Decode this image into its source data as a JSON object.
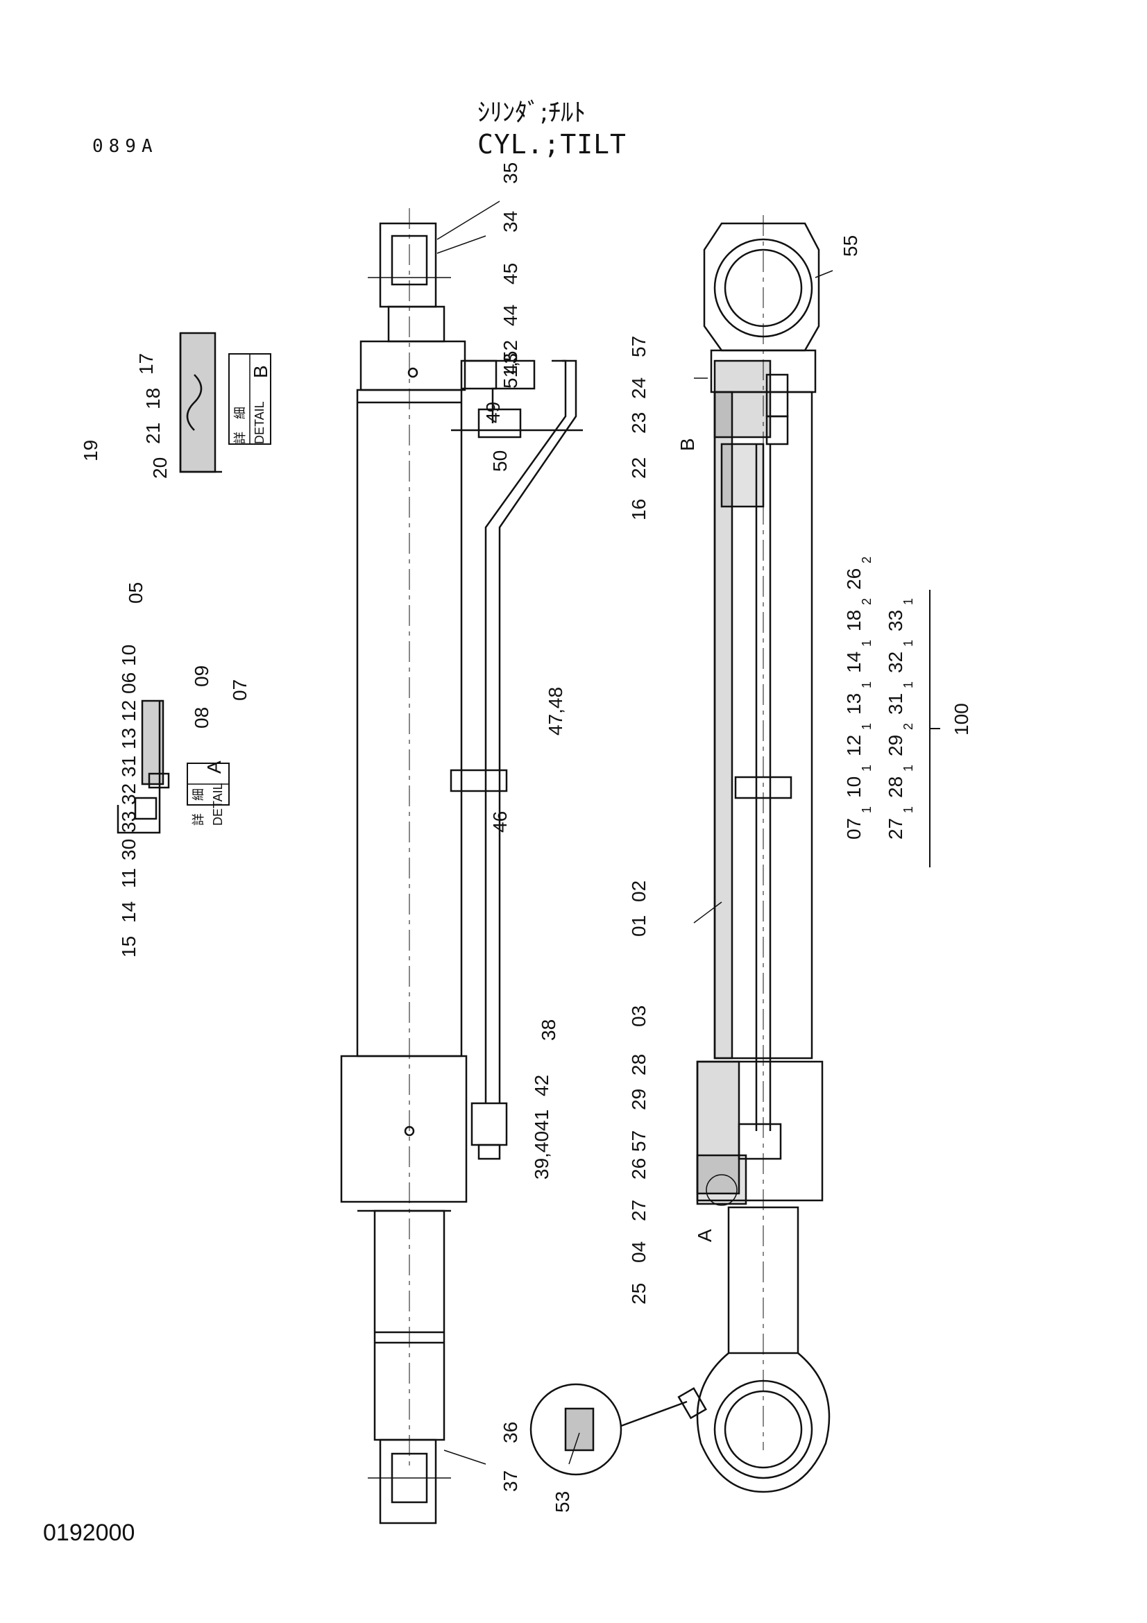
{
  "header": {
    "title_jp": "ｼﾘﾝﾀﾞ;ﾁﾙﾄ",
    "title_en": "CYL.;TILT",
    "code": "089A",
    "doc_no": "0192000"
  },
  "details": {
    "A": {
      "jp": "詳　細",
      "en": "DETAIL",
      "letter": "A"
    },
    "B": {
      "jp": "詳　細",
      "en": "DETAIL",
      "letter": "B"
    }
  },
  "labels": {
    "detail_a": [
      "05",
      "10",
      "06",
      "12",
      "13",
      "31",
      "32",
      "33",
      "30",
      "11",
      "14",
      "15",
      "09",
      "08",
      "07"
    ],
    "detail_b": [
      "19",
      "17",
      "18",
      "21",
      "20"
    ],
    "middle": [
      "35",
      "34",
      "45",
      "44",
      "43",
      "51,52",
      "50",
      "49",
      "47,48",
      "46",
      "38",
      "42",
      "41",
      "39,40",
      "36",
      "37"
    ],
    "right": [
      "55",
      "57",
      "24",
      "23",
      "22",
      "16",
      "B",
      "02",
      "01",
      "03",
      "28",
      "29",
      "57",
      "26",
      "27",
      "04",
      "25",
      "A",
      "53"
    ]
  },
  "kit": {
    "row1": [
      "07",
      "10",
      "12",
      "13",
      "14",
      "18",
      "26"
    ],
    "row1_sub": [
      "1",
      "1",
      "1",
      "1",
      "1",
      "2",
      "2"
    ],
    "row2": [
      "27",
      "28",
      "29",
      "31",
      "32",
      "33"
    ],
    "row2_sub": [
      "1",
      "1",
      "2",
      "1",
      "1",
      "1"
    ],
    "total": "100"
  }
}
